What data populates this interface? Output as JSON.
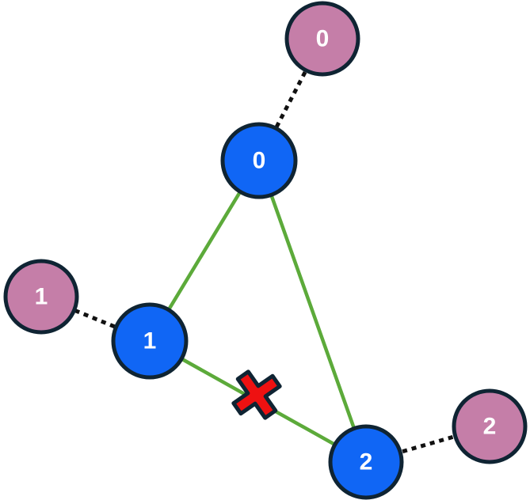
{
  "colors": {
    "primary_node_fill": "#1066f5",
    "secondary_node_fill": "#c57ea8",
    "node_stroke": "#0f2433",
    "solid_edge": "#5caa3a",
    "dotted_edge": "#111111",
    "cross_fill": "#ee1111",
    "cross_stroke": "#0f2433",
    "label_color": "#ffffff"
  },
  "primary_nodes": [
    {
      "label": "0"
    },
    {
      "label": "1"
    },
    {
      "label": "2"
    }
  ],
  "secondary_nodes": [
    {
      "label": "0"
    },
    {
      "label": "1"
    },
    {
      "label": "2"
    }
  ],
  "solid_edges": [
    {
      "from": "primary-0",
      "to": "primary-1",
      "broken": false
    },
    {
      "from": "primary-0",
      "to": "primary-2",
      "broken": false
    },
    {
      "from": "primary-1",
      "to": "primary-2",
      "broken": true
    }
  ],
  "dotted_edges": [
    {
      "from": "primary-0",
      "to": "secondary-0"
    },
    {
      "from": "primary-1",
      "to": "secondary-1"
    },
    {
      "from": "primary-2",
      "to": "secondary-2"
    }
  ],
  "marker": {
    "icon": "cross-icon",
    "on_edge": "primary-1-to-primary-2"
  }
}
